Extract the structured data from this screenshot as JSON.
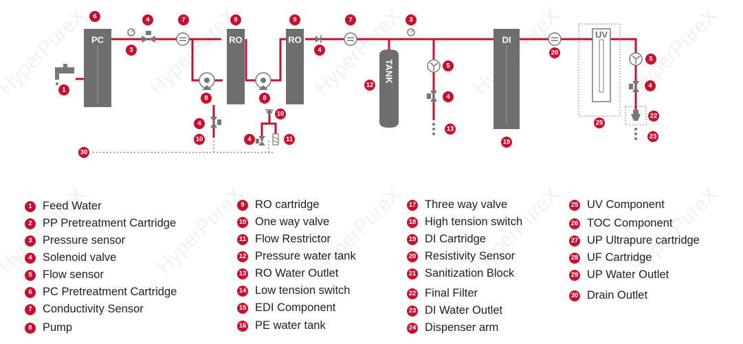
{
  "watermark": "HyperPureX",
  "colors": {
    "pipe": "#c8102e",
    "column": "#6e6e6e",
    "badge": "#c8102e",
    "symbol": "#777777"
  },
  "diagram": {
    "pc_label": "PC",
    "ro_label": "RO",
    "tank_label": "TANK",
    "di_label": "DI",
    "uv_label": "UV",
    "badges": {
      "b6": "6",
      "b4a": "4",
      "b7a": "7",
      "b9a": "9",
      "b9b": "9",
      "b7b": "7",
      "b3b": "3",
      "b3a": "3",
      "b4b": "4",
      "b5a": "5",
      "b1": "1",
      "b12": "12",
      "b8a": "8",
      "b8b": "8",
      "b4c": "4",
      "b10a": "10",
      "b10b": "10",
      "b4d": "4",
      "b11": "11",
      "b30": "30",
      "b20": "20",
      "b5b": "5",
      "b4e": "4",
      "b4f": "4",
      "b13": "13",
      "b19": "19",
      "b25": "25",
      "b22": "22",
      "b23": "23"
    }
  },
  "legend": {
    "col1": [
      {
        "num": "1",
        "label": "Feed Water"
      },
      {
        "num": "2",
        "label": "PP Pretreatment Cartridge"
      },
      {
        "num": "3",
        "label": "Pressure sensor"
      },
      {
        "num": "4",
        "label": "Solenoid valve"
      },
      {
        "num": "5",
        "label": "Flow sensor"
      },
      {
        "num": "6",
        "label": "PC Pretreatment Cartridge"
      },
      {
        "num": "7",
        "label": "Conductivity Sensor"
      },
      {
        "num": "8",
        "label": "Pump"
      }
    ],
    "col2": [
      {
        "num": "9",
        "label": "RO cartridge"
      },
      {
        "num": "10",
        "label": "One way valve"
      },
      {
        "num": "11",
        "label": "Flow Restrictor"
      },
      {
        "num": "12",
        "label": "Pressure water tank"
      },
      {
        "num": "13",
        "label": "RO Water Outlet"
      },
      {
        "num": "14",
        "label": "Low tension switch"
      },
      {
        "num": "15",
        "label": "EDI Component"
      },
      {
        "num": "16",
        "label": "PE water tank"
      }
    ],
    "col3": [
      {
        "num": "17",
        "label": "Three way valve"
      },
      {
        "num": "18",
        "label": "High tension switch"
      },
      {
        "num": "19",
        "label": "DI Cartridge"
      },
      {
        "num": "20",
        "label": "Resistivity Sensor"
      },
      {
        "num": "21",
        "label": "Sanitization Block"
      },
      {
        "num": "22",
        "label": "Final Filter"
      },
      {
        "num": "23",
        "label": "DI Water Outlet"
      },
      {
        "num": "24",
        "label": "Dispenser arm"
      }
    ],
    "col4": [
      {
        "num": "25",
        "label": "UV Component"
      },
      {
        "num": "26",
        "label": "TOC Component"
      },
      {
        "num": "27",
        "label": "UP Ultrapure cartridge"
      },
      {
        "num": "28",
        "label": "UF Cartridge"
      },
      {
        "num": "29",
        "label": "UP Water Outlet"
      },
      {
        "num": "30",
        "label": "Drain Outlet"
      }
    ]
  }
}
